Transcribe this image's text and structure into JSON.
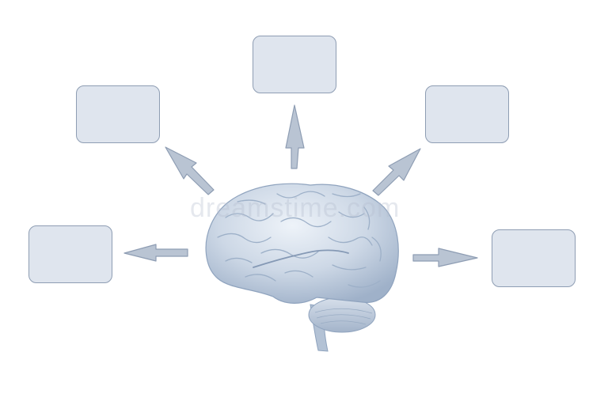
{
  "diagram": {
    "center": {
      "icon": "brain-icon"
    },
    "boxes": [
      {
        "id": "left",
        "text": ""
      },
      {
        "id": "upper-left",
        "text": ""
      },
      {
        "id": "top",
        "text": ""
      },
      {
        "id": "upper-right",
        "text": ""
      },
      {
        "id": "right",
        "text": ""
      }
    ],
    "watermark": "dreamstime.com"
  },
  "colors": {
    "box_fill": "#dfe5ee",
    "box_border": "#8e9db3",
    "arrow": "#b9c4d3",
    "brain_light": "#e8eef6",
    "brain_mid": "#c4d1e1",
    "brain_dark": "#8fa3be"
  }
}
